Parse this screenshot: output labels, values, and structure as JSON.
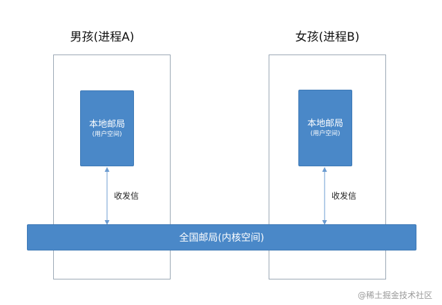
{
  "process_a": {
    "title": "男孩(进程A)",
    "local_post_label": "本地邮局",
    "local_post_sublabel": "(用户空间)",
    "arrow_label": "收发信"
  },
  "process_b": {
    "title": "女孩(进程B)",
    "local_post_label": "本地邮局",
    "local_post_sublabel": "(用户空间)",
    "arrow_label": "收发信"
  },
  "kernel": {
    "label": "全国邮局(内核空间)"
  },
  "watermark": {
    "text": "@稀土掘金技术社区"
  },
  "colors": {
    "block_fill": "#4a88c8",
    "process_border": "#9aa7b4",
    "arrow": "#6b9bd0"
  }
}
